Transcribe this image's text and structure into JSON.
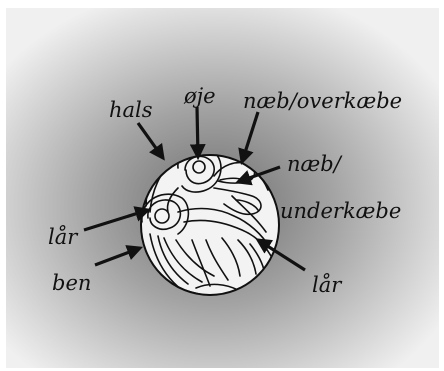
{
  "labels": {
    "oje": "øje",
    "hals": "hals",
    "naeb_overkaebe": "næb/overkæbe",
    "naeb_underkaebe_line1": "næb/",
    "naeb_underkaebe_line2": "underkæbe",
    "laar_left": "lår",
    "ben": "ben",
    "laar_right": "lår"
  },
  "colors": {
    "background_center": "#6e6e6e",
    "background_edge": "#f0f0f0",
    "egg_fill": "#f3f3f3",
    "stroke": "#111111"
  }
}
